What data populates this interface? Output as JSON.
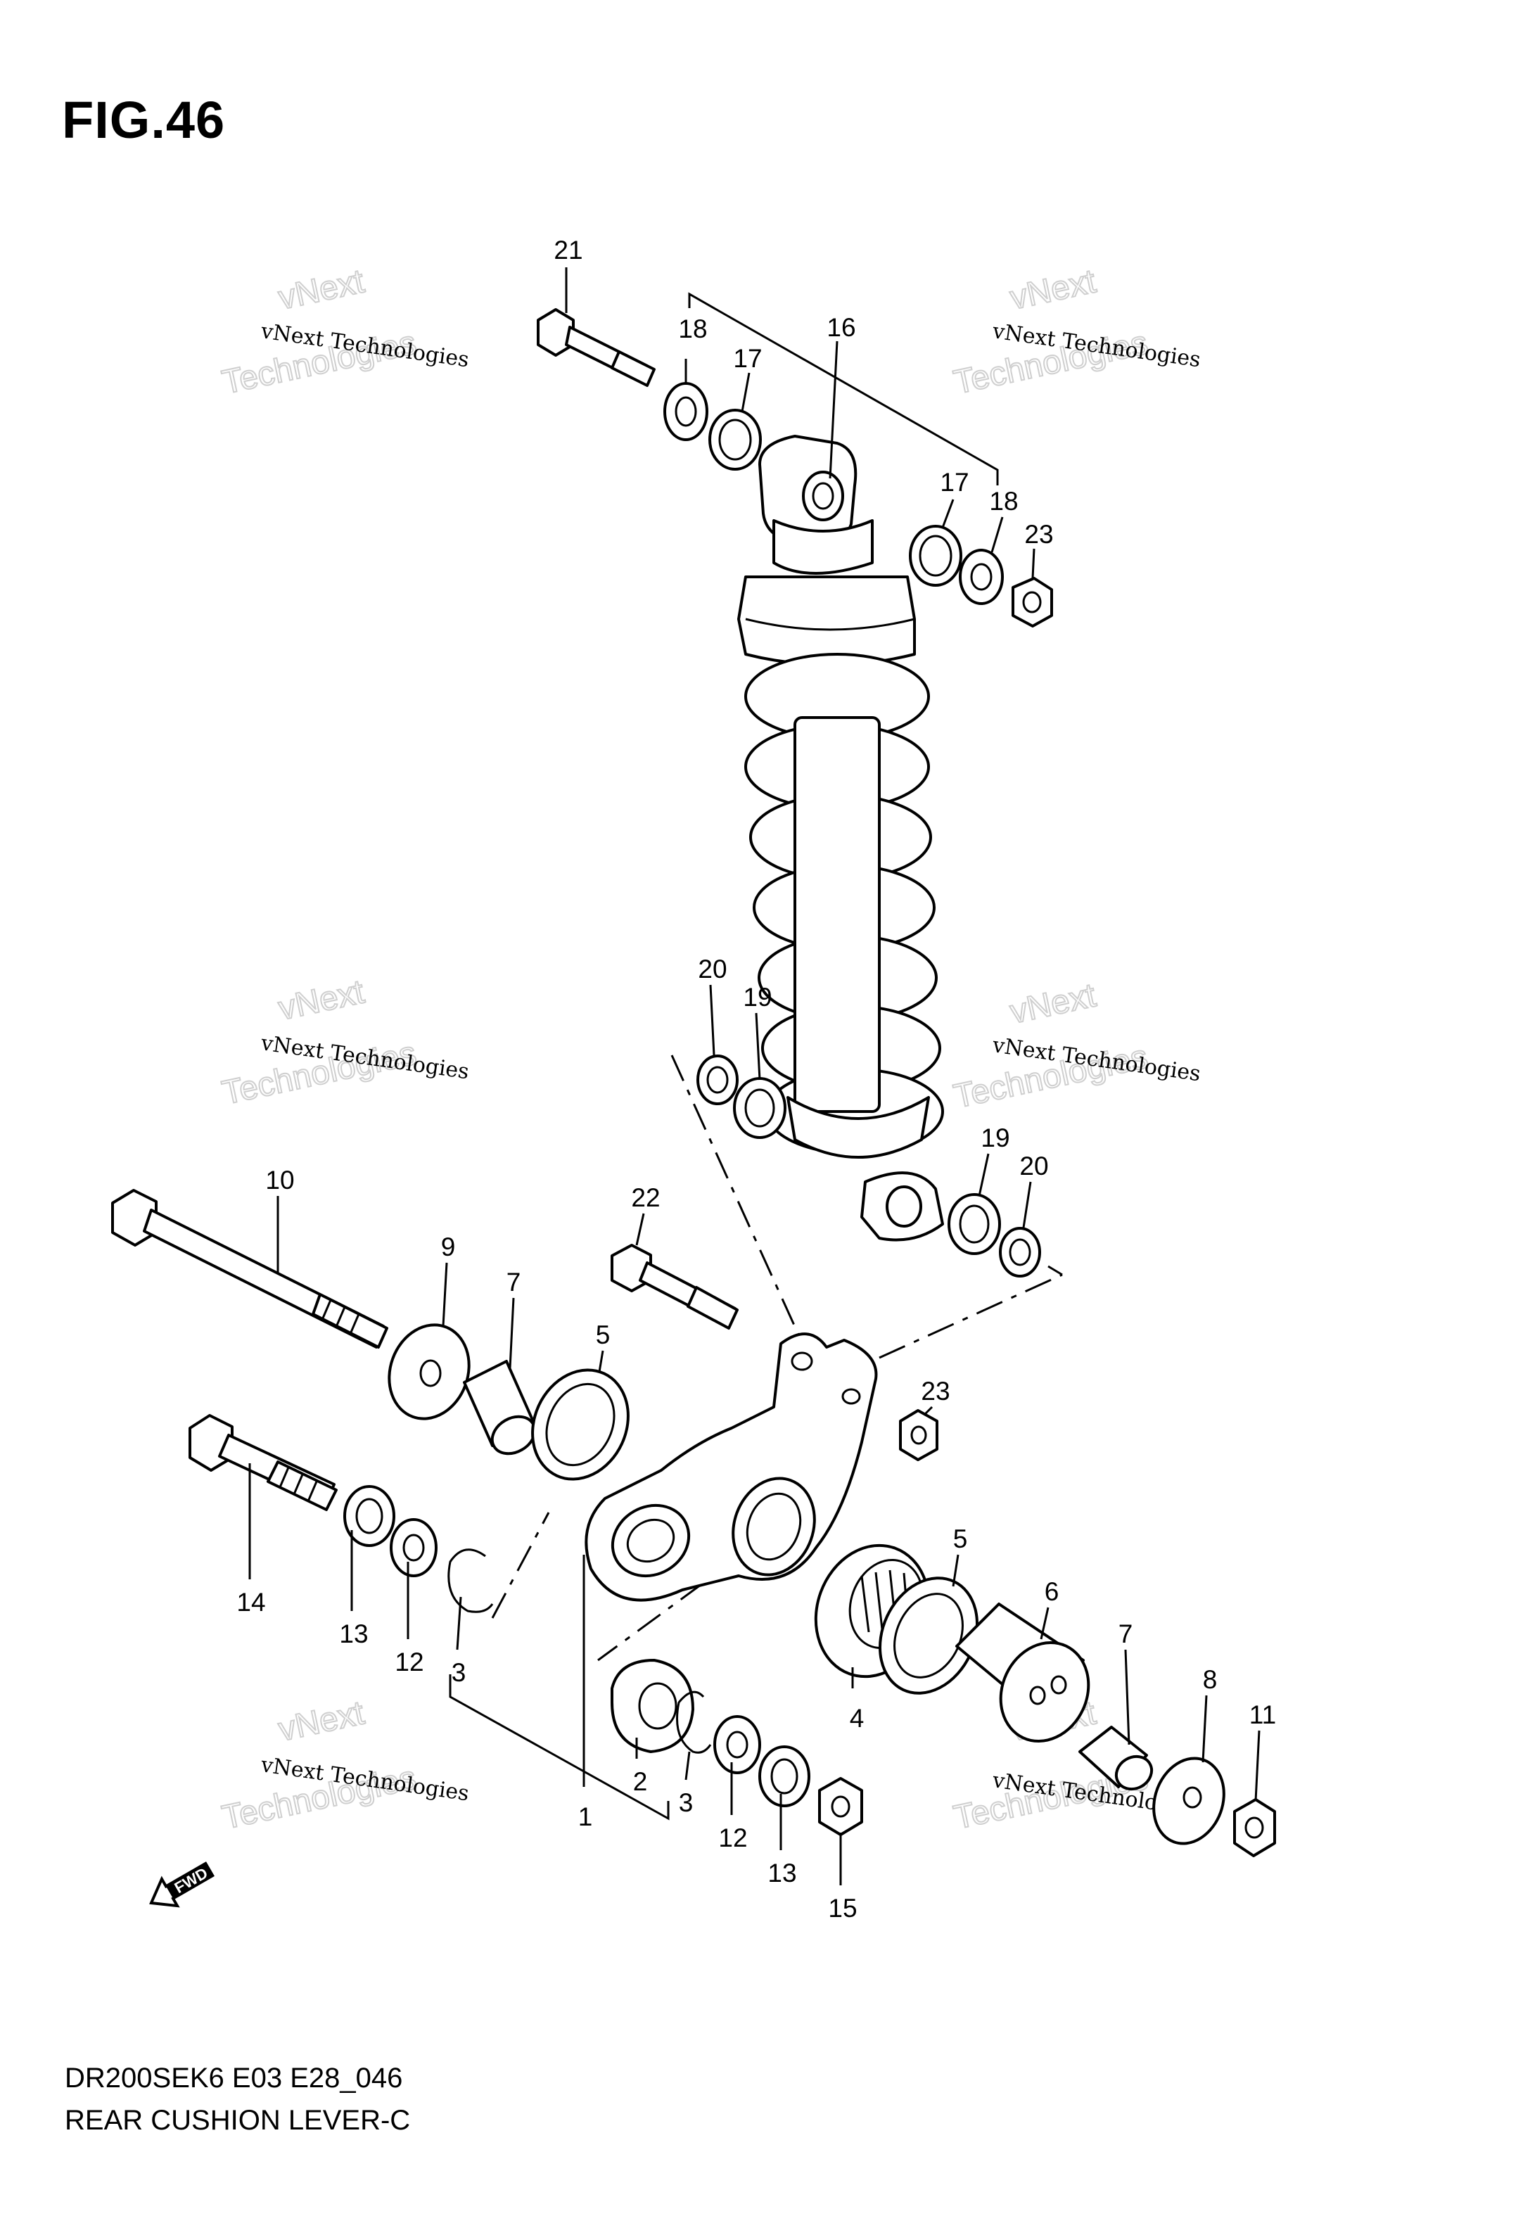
{
  "figure": {
    "title": "FIG.46",
    "model": "DR200SEK6 E03 E28_046",
    "name": "REAR CUSHION LEVER-C"
  },
  "watermark": {
    "company_line": "vNext Technologies",
    "brand_top": "vNext",
    "brand_bottom": "Technologies"
  },
  "fwd_arrow_label": "FWD",
  "callouts": [
    "1",
    "2",
    "3",
    "3",
    "4",
    "5",
    "5",
    "6",
    "7",
    "7",
    "8",
    "9",
    "10",
    "11",
    "12",
    "12",
    "13",
    "13",
    "14",
    "15",
    "16",
    "17",
    "17",
    "18",
    "18",
    "19",
    "19",
    "20",
    "20",
    "21",
    "22",
    "23",
    "23"
  ]
}
